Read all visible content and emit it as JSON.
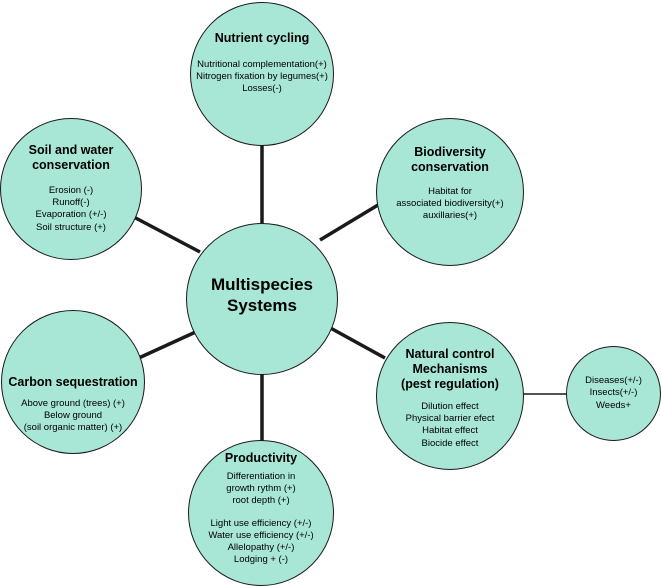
{
  "diagram": {
    "fill_color": "#a8e6d6",
    "stroke_color": "#1a1a1a",
    "center": {
      "title": "Multispecies\nSystems"
    },
    "nutrient": {
      "title": "Nutrient cycling",
      "lines": "Nutritional complementation(+)\nNitrogen fixation by legumes(+)\nLosses(-)"
    },
    "biodiversity": {
      "title": "Biodiversity\nconservation",
      "lines": "Habitat for\nassociated biodiversity(+)\nauxillaries(+)"
    },
    "soil": {
      "title": "Soil and water\nconservation",
      "lines": "Erosion (-)\nRunoff(-)\nEvaporation (+/-)\nSoil structure (+)"
    },
    "carbon": {
      "title": "Carbon sequestration",
      "lines": "Above ground (trees) (+)\nBelow ground\n(soil organic matter) (+)"
    },
    "natural": {
      "title": "Natural control\nMechanisms\n(pest regulation)",
      "lines": "Dilution effect\nPhysical barrier efect\nHabitat effect\nBiocide effect"
    },
    "pests": {
      "lines": "Diseases(+/-)\nInsects(+/-)\nWeeds+"
    },
    "productivity": {
      "title": "Productivity",
      "lines_a": "Differentiation in\ngrowth rythm (+)\nroot depth (+)",
      "lines_b": "Light use efficiency (+/-)\nWater use efficiency (+/-)\nAllelopathy (+/-)\nLodging + (-)"
    }
  }
}
